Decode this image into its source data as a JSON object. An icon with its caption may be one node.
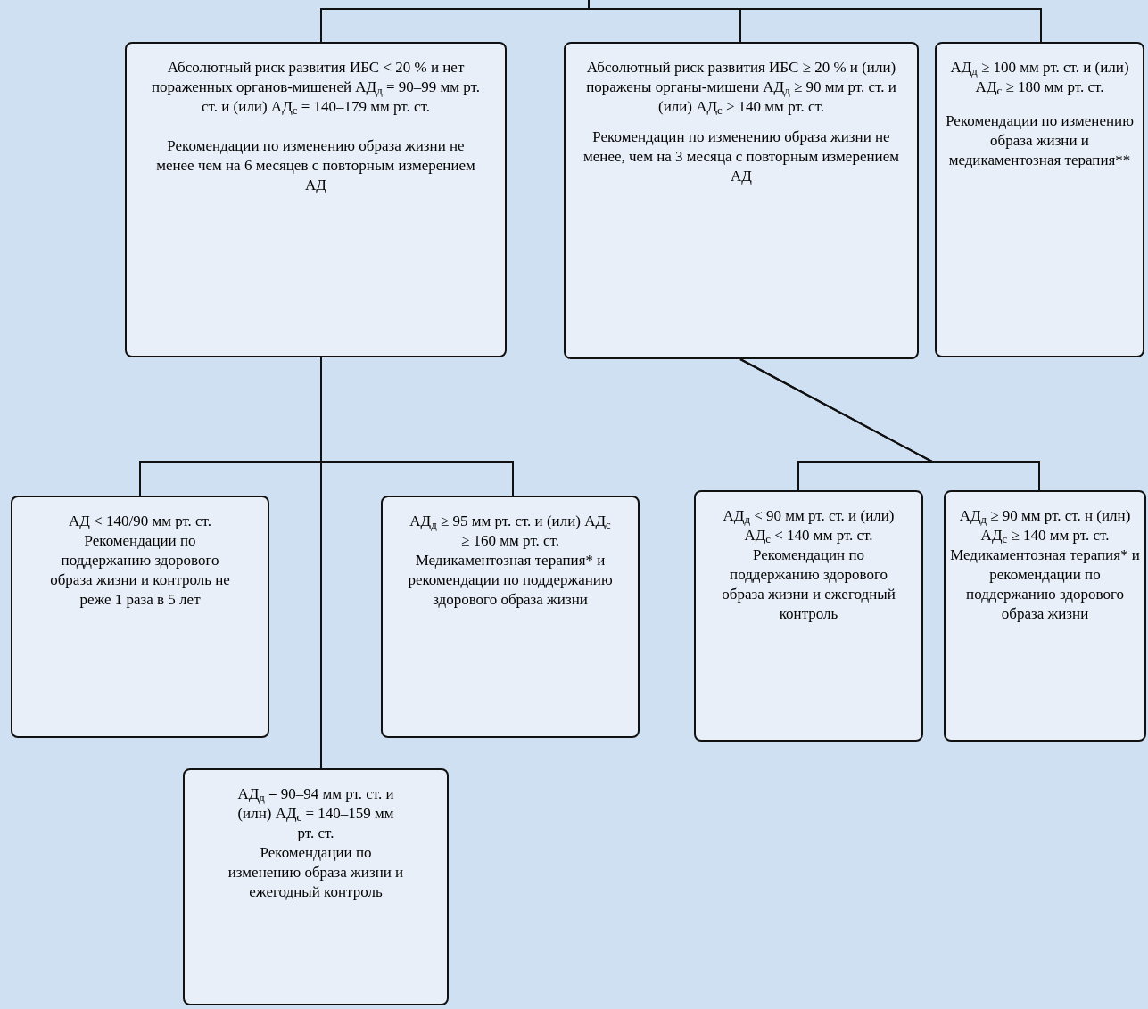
{
  "diagram": {
    "nodes": [
      {
        "text": [
          "Абсолютный риск развития ИБС < 20 % и нет пораженных органов-мишеней АД$_{д}$ = 90–99 мм рт. ст. и (или) АД$_{с}$ = 140–179 мм рт. ст.",
          "Рекомендации по изменению образа жизни не менее чем на 6 месяцев с повторным измерением АД"
        ]
      },
      {
        "text": [
          "Абсолютный риск развития ИБС ≥ 20 % и (или) поражены органы-мишени АД$_{д}$ ≥ 90 мм рт. ст. и (или) АД$_{с}$ ≥ 140 мм рт. ст.",
          "Рекомендацин по изменению образа жизни не менее, чем на 3 месяца с повторным измерением АД"
        ]
      },
      {
        "text": [
          "АД$_{д}$ ≥ 100 мм рт. ст. и (или) АД$_{с}$ ≥ 180 мм рт. ст.",
          "Рекомендации по изменению образа жизни и медикаментозная терапия**"
        ]
      },
      {
        "text": [
          "АД < 140/90 мм рт. ст.",
          "Рекомендации по поддержанию здорового образа жизни и контроль не реже 1 раза в 5 лет"
        ]
      },
      {
        "text": [
          "АД$_{д}$ ≥ 95 мм рт. ст. и (или) АД$_{с}$ ≥ 160 мм рт. ст.",
          "Медикаментозная терапия* и рекомендации по поддержанию здорового образа жизни"
        ]
      },
      {
        "text": [
          "АД$_{д}$ < 90 мм рт. ст. и (или) АД$_{с}$ < 140 мм рт. ст.",
          "Рекомендацин по поддержанию здорового образа жизни и ежегодный контроль"
        ]
      },
      {
        "text": [
          "АД$_{д}$ ≥ 90 мм рт. ст. н (илн) АД$_{с}$ ≥ 140 мм рт. ст.",
          "Медикаментозная терапия* и рекомендации по поддержанию здорового образа жизни"
        ]
      },
      {
        "text": [
          "АД$_{д}$ = 90–94 мм рт. ст. и (илн) АД$_{с}$ = 140–159 мм рт. ст.",
          "Рекомендации по изменению образа жизни и ежегодный контроль"
        ]
      }
    ],
    "edges": [
      {
        "from": null,
        "to": 0,
        "arrow": "none"
      },
      {
        "from": null,
        "to": 1,
        "arrow": "none"
      },
      {
        "from": null,
        "to": 2,
        "arrow": "none"
      },
      {
        "from": 0,
        "to": 3,
        "arrow": "none"
      },
      {
        "from": 0,
        "to": 4,
        "arrow": "none"
      },
      {
        "from": 0,
        "to": 7,
        "arrow": "none"
      },
      {
        "from": 1,
        "to": 5,
        "arrow": "none"
      },
      {
        "from": 1,
        "to": 6,
        "arrow": "none"
      }
    ]
  }
}
